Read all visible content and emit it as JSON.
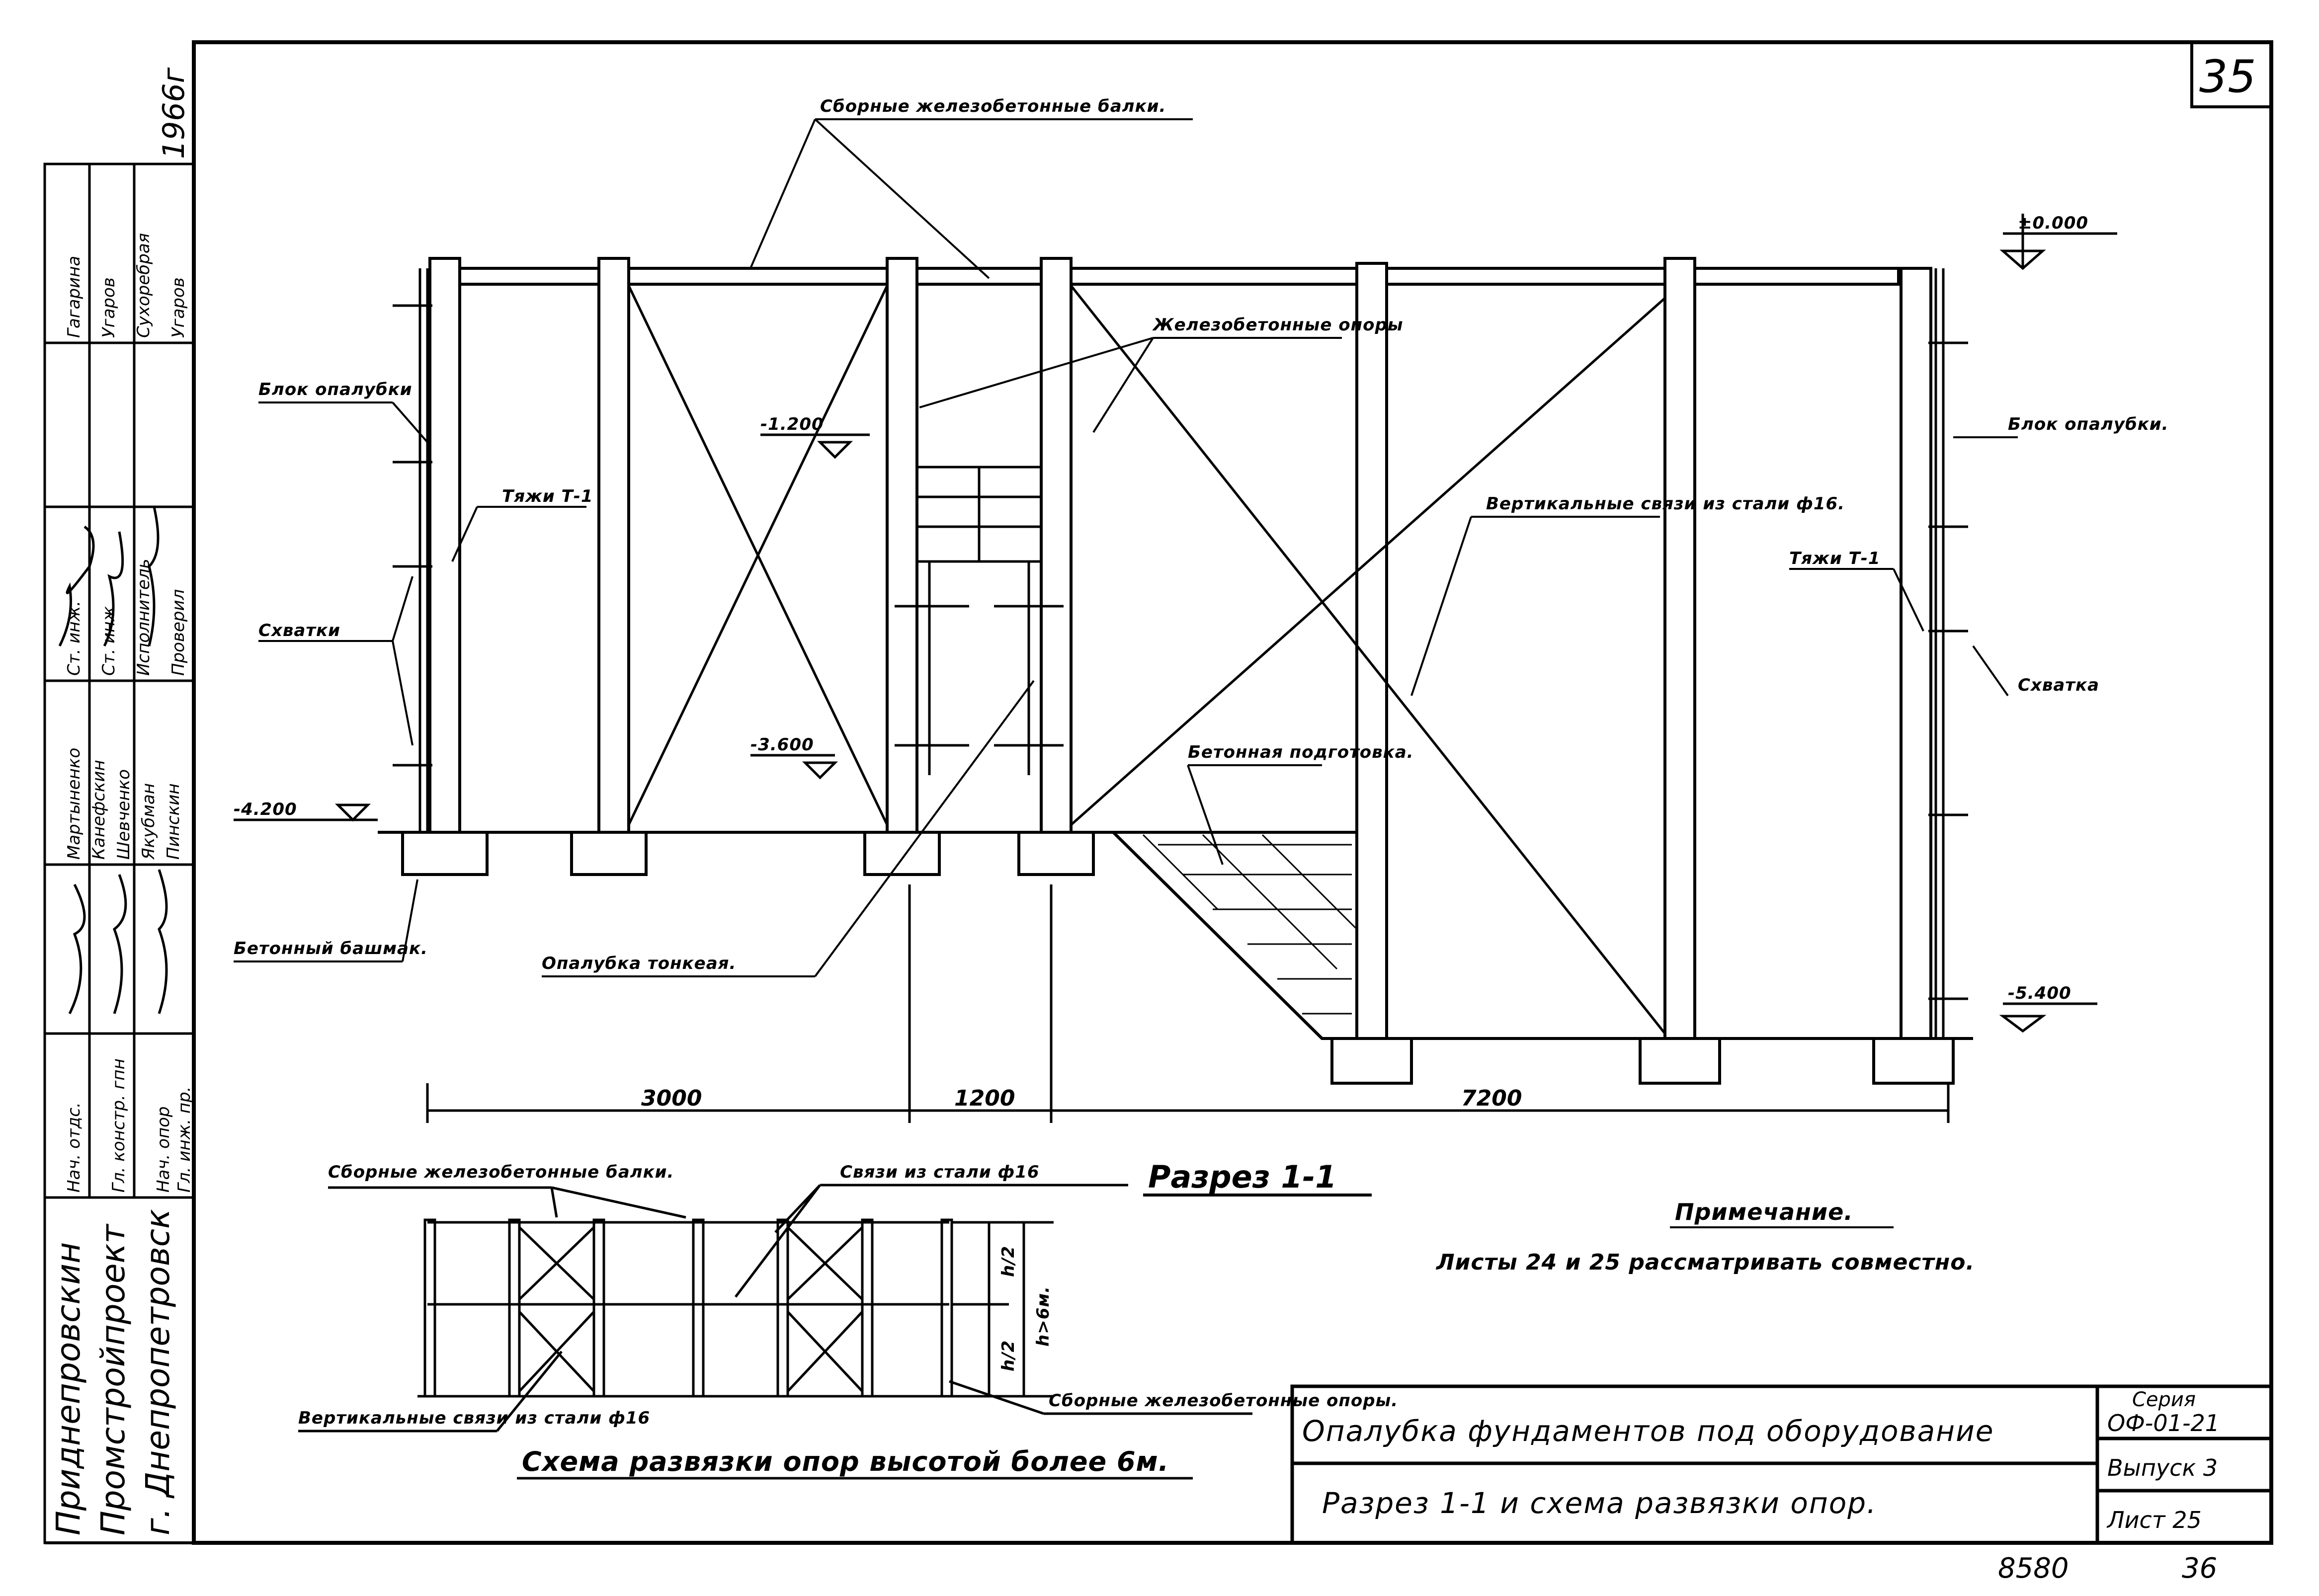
{
  "sheet_number": "35",
  "section_title": "Разрез 1-1",
  "scheme_title": "Схема развязки опор высотой более 6м.",
  "note": {
    "heading": "Примечание.",
    "text": "Листы 24 и 25 рассматривать совместно."
  },
  "callouts": {
    "beams": "Сборные железобетонные балки.",
    "rc_supports": "Железобетонные опоры",
    "formwork_block_left": "Блок опалубки",
    "formwork_block_right": "Блок опалубки.",
    "tie_left": "Тяжи Т-1",
    "tie_right": "Тяжи Т-1",
    "clamps": "Схватки",
    "clamp": "Схватка",
    "vertical_bracing": "Вертикальные связи из стали ф16.",
    "concrete_prep": "Бетонная подготовка.",
    "concrete_shoe": "Бетонный башмак.",
    "thin_formwork": "Опалубка тонкеая."
  },
  "levels": {
    "top": "±0.000",
    "l1": "-1.200",
    "l2": "-3.600",
    "l3": "-4.200",
    "l4": "-5.400"
  },
  "dimensions": {
    "d1": "3000",
    "d2": "1200",
    "d3": "7200"
  },
  "scheme": {
    "beams": "Сборные железобетонные балки.",
    "bracing": "Связи из стали ф16",
    "vertical_bracing": "Вертикальные связи из стали ф16",
    "supports": "Сборные железобетонные опоры.",
    "half_top": "h/2",
    "half_bottom": "h/2",
    "height": "h>6м."
  },
  "stamp": {
    "year": "1966г",
    "org1": "Приднепровскин",
    "org2": "Промстройпроект",
    "org3": "г. Днепропетровск",
    "roles": [
      "Нач. отдс.",
      "Гл. констр. гпн",
      "Нач. опор",
      "Гл. инж. пр."
    ],
    "names": [
      "Мартыненко",
      "Канефскин",
      "Шевченко",
      "Якубман",
      "Пинскин"
    ],
    "roles2": [
      "Ст. инж.",
      "Ст. инж.",
      "Исполнитель",
      "Проверил"
    ],
    "names2": [
      "Гагарина",
      "Угаров",
      "Сухоребрая",
      "Угаров"
    ]
  },
  "title_block": {
    "line1": "Опалубка фундаментов под оборудование",
    "line2": "Разрез 1-1 и схема развязки опор.",
    "series_label": "Серия",
    "series_value": "ОФ-01-21",
    "issue": "Выпуск 3",
    "sheet": "Лист 25"
  },
  "archive": {
    "number": "8580",
    "page": "36"
  }
}
